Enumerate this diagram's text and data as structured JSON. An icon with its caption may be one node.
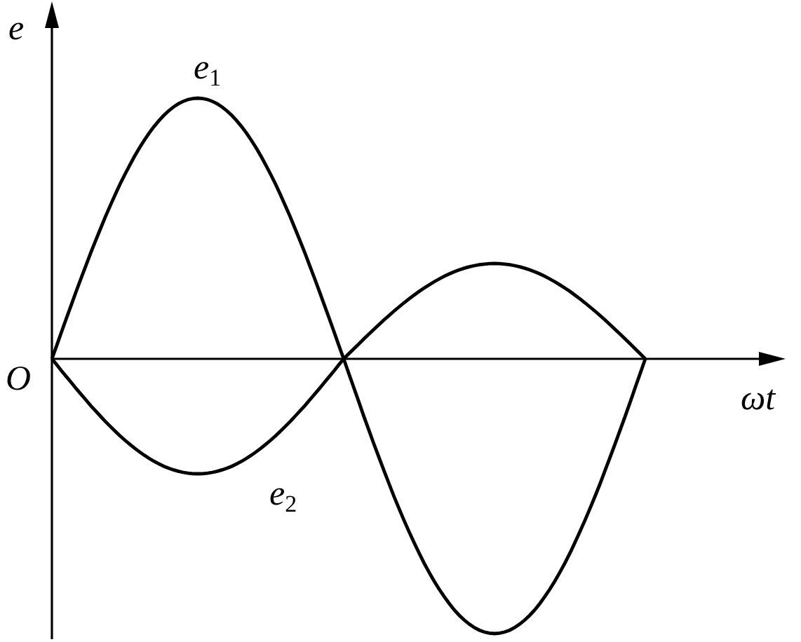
{
  "diagram": {
    "labels": [
      "e",
      "*e*$_{1}$",
      "O",
      "ωt",
      "*e*$_{2}$"
    ]
  }
}
